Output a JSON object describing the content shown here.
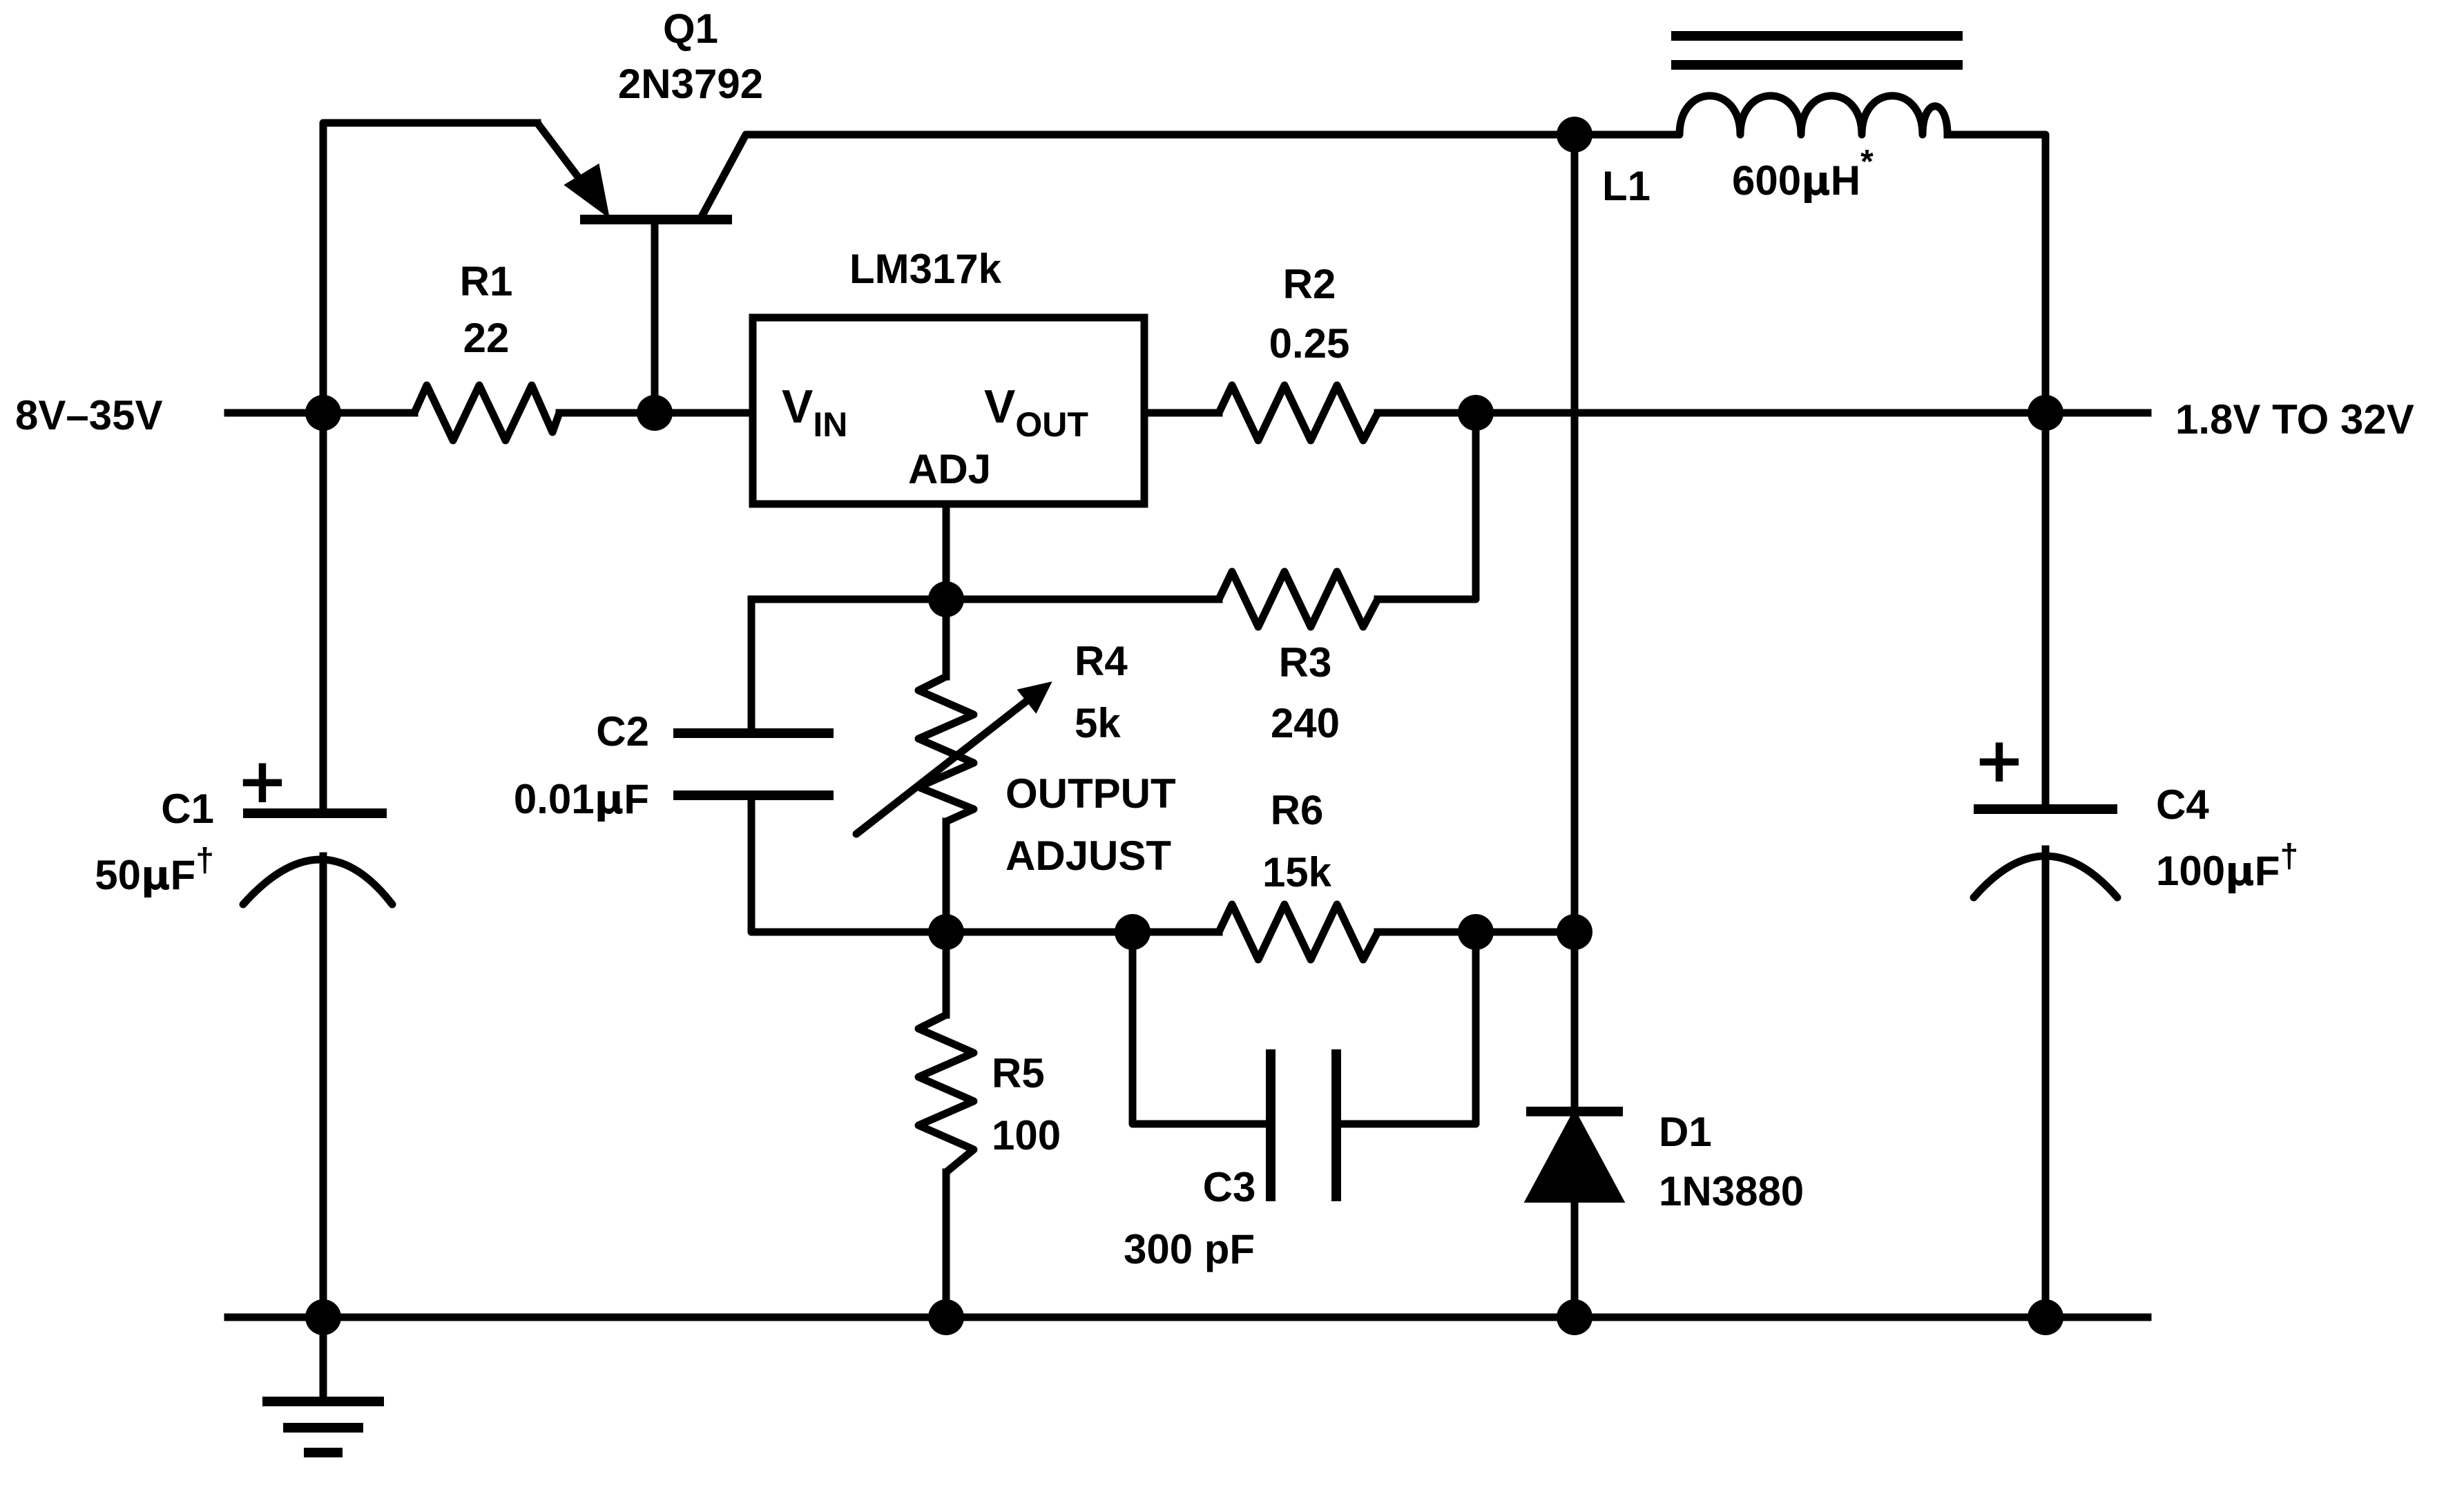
{
  "input": {
    "label": "8V–35V"
  },
  "output": {
    "label": "1.8V TO 32V"
  },
  "q1": {
    "ref": "Q1",
    "part": "2N3792"
  },
  "r1": {
    "ref": "R1",
    "value": "22"
  },
  "regulator": {
    "name": "LM317k",
    "vin_main": "V",
    "vin_sub": "IN",
    "vout_main": "V",
    "vout_sub": "OUT",
    "adj": "ADJ"
  },
  "r2": {
    "ref": "R2",
    "value": "0.25"
  },
  "r3": {
    "ref": "R3",
    "value": "240"
  },
  "r4": {
    "ref": "R4",
    "value": "5k",
    "note_line1": "OUTPUT",
    "note_line2": "ADJUST"
  },
  "r5": {
    "ref": "R5",
    "value": "100"
  },
  "r6": {
    "ref": "R6",
    "value": "15k"
  },
  "c1": {
    "ref": "C1",
    "value_num": "50",
    "value_unit": "F",
    "mark": "†"
  },
  "c2": {
    "ref": "C2",
    "value_num": "0.01",
    "value_unit": "F"
  },
  "c3": {
    "ref": "C3",
    "value": "300 pF"
  },
  "c4": {
    "ref": "C4",
    "value_num": "100",
    "value_unit": "F",
    "mark": "†"
  },
  "l1": {
    "ref": "L1",
    "value_num": "600",
    "value_unit": "H",
    "mark": "*"
  },
  "d1": {
    "ref": "D1",
    "part": "1N3880"
  },
  "symbols": {
    "micro": "μ",
    "plus": "+"
  }
}
